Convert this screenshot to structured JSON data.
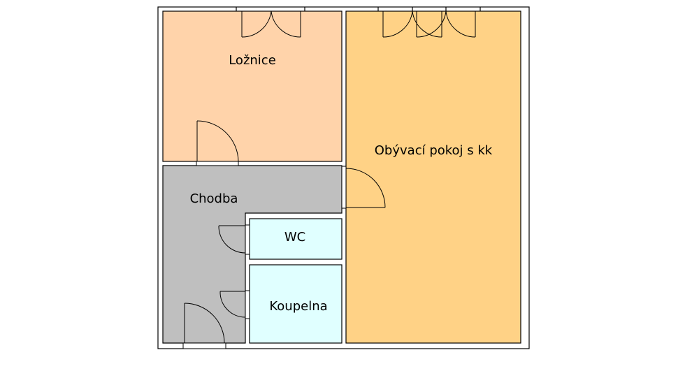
{
  "rooms": {
    "loznice": {
      "label": "Ložnice",
      "color": "#FFD3AA"
    },
    "obyvaci": {
      "label": "Obývací pokoj s kk",
      "color": "#FFD286"
    },
    "chodba": {
      "label": "Chodba",
      "color": "#BFBFBF"
    },
    "wc": {
      "label": "WC",
      "color": "#E0FFFF"
    },
    "koupelna": {
      "label": "Koupelna",
      "color": "#E0FFFF"
    }
  },
  "colors": {
    "wall": "#000000",
    "background": "#FFFFFF"
  }
}
